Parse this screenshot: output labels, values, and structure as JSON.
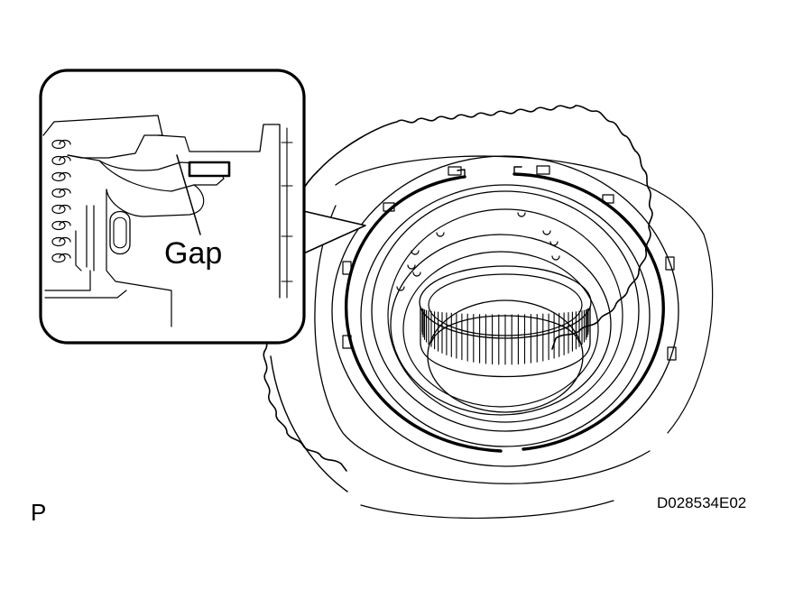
{
  "diagram": {
    "callout_label": "Gap",
    "view_marker": "P",
    "figure_code": "D028534E02"
  },
  "colors": {
    "ink": "#000000",
    "paper": "#ffffff"
  }
}
